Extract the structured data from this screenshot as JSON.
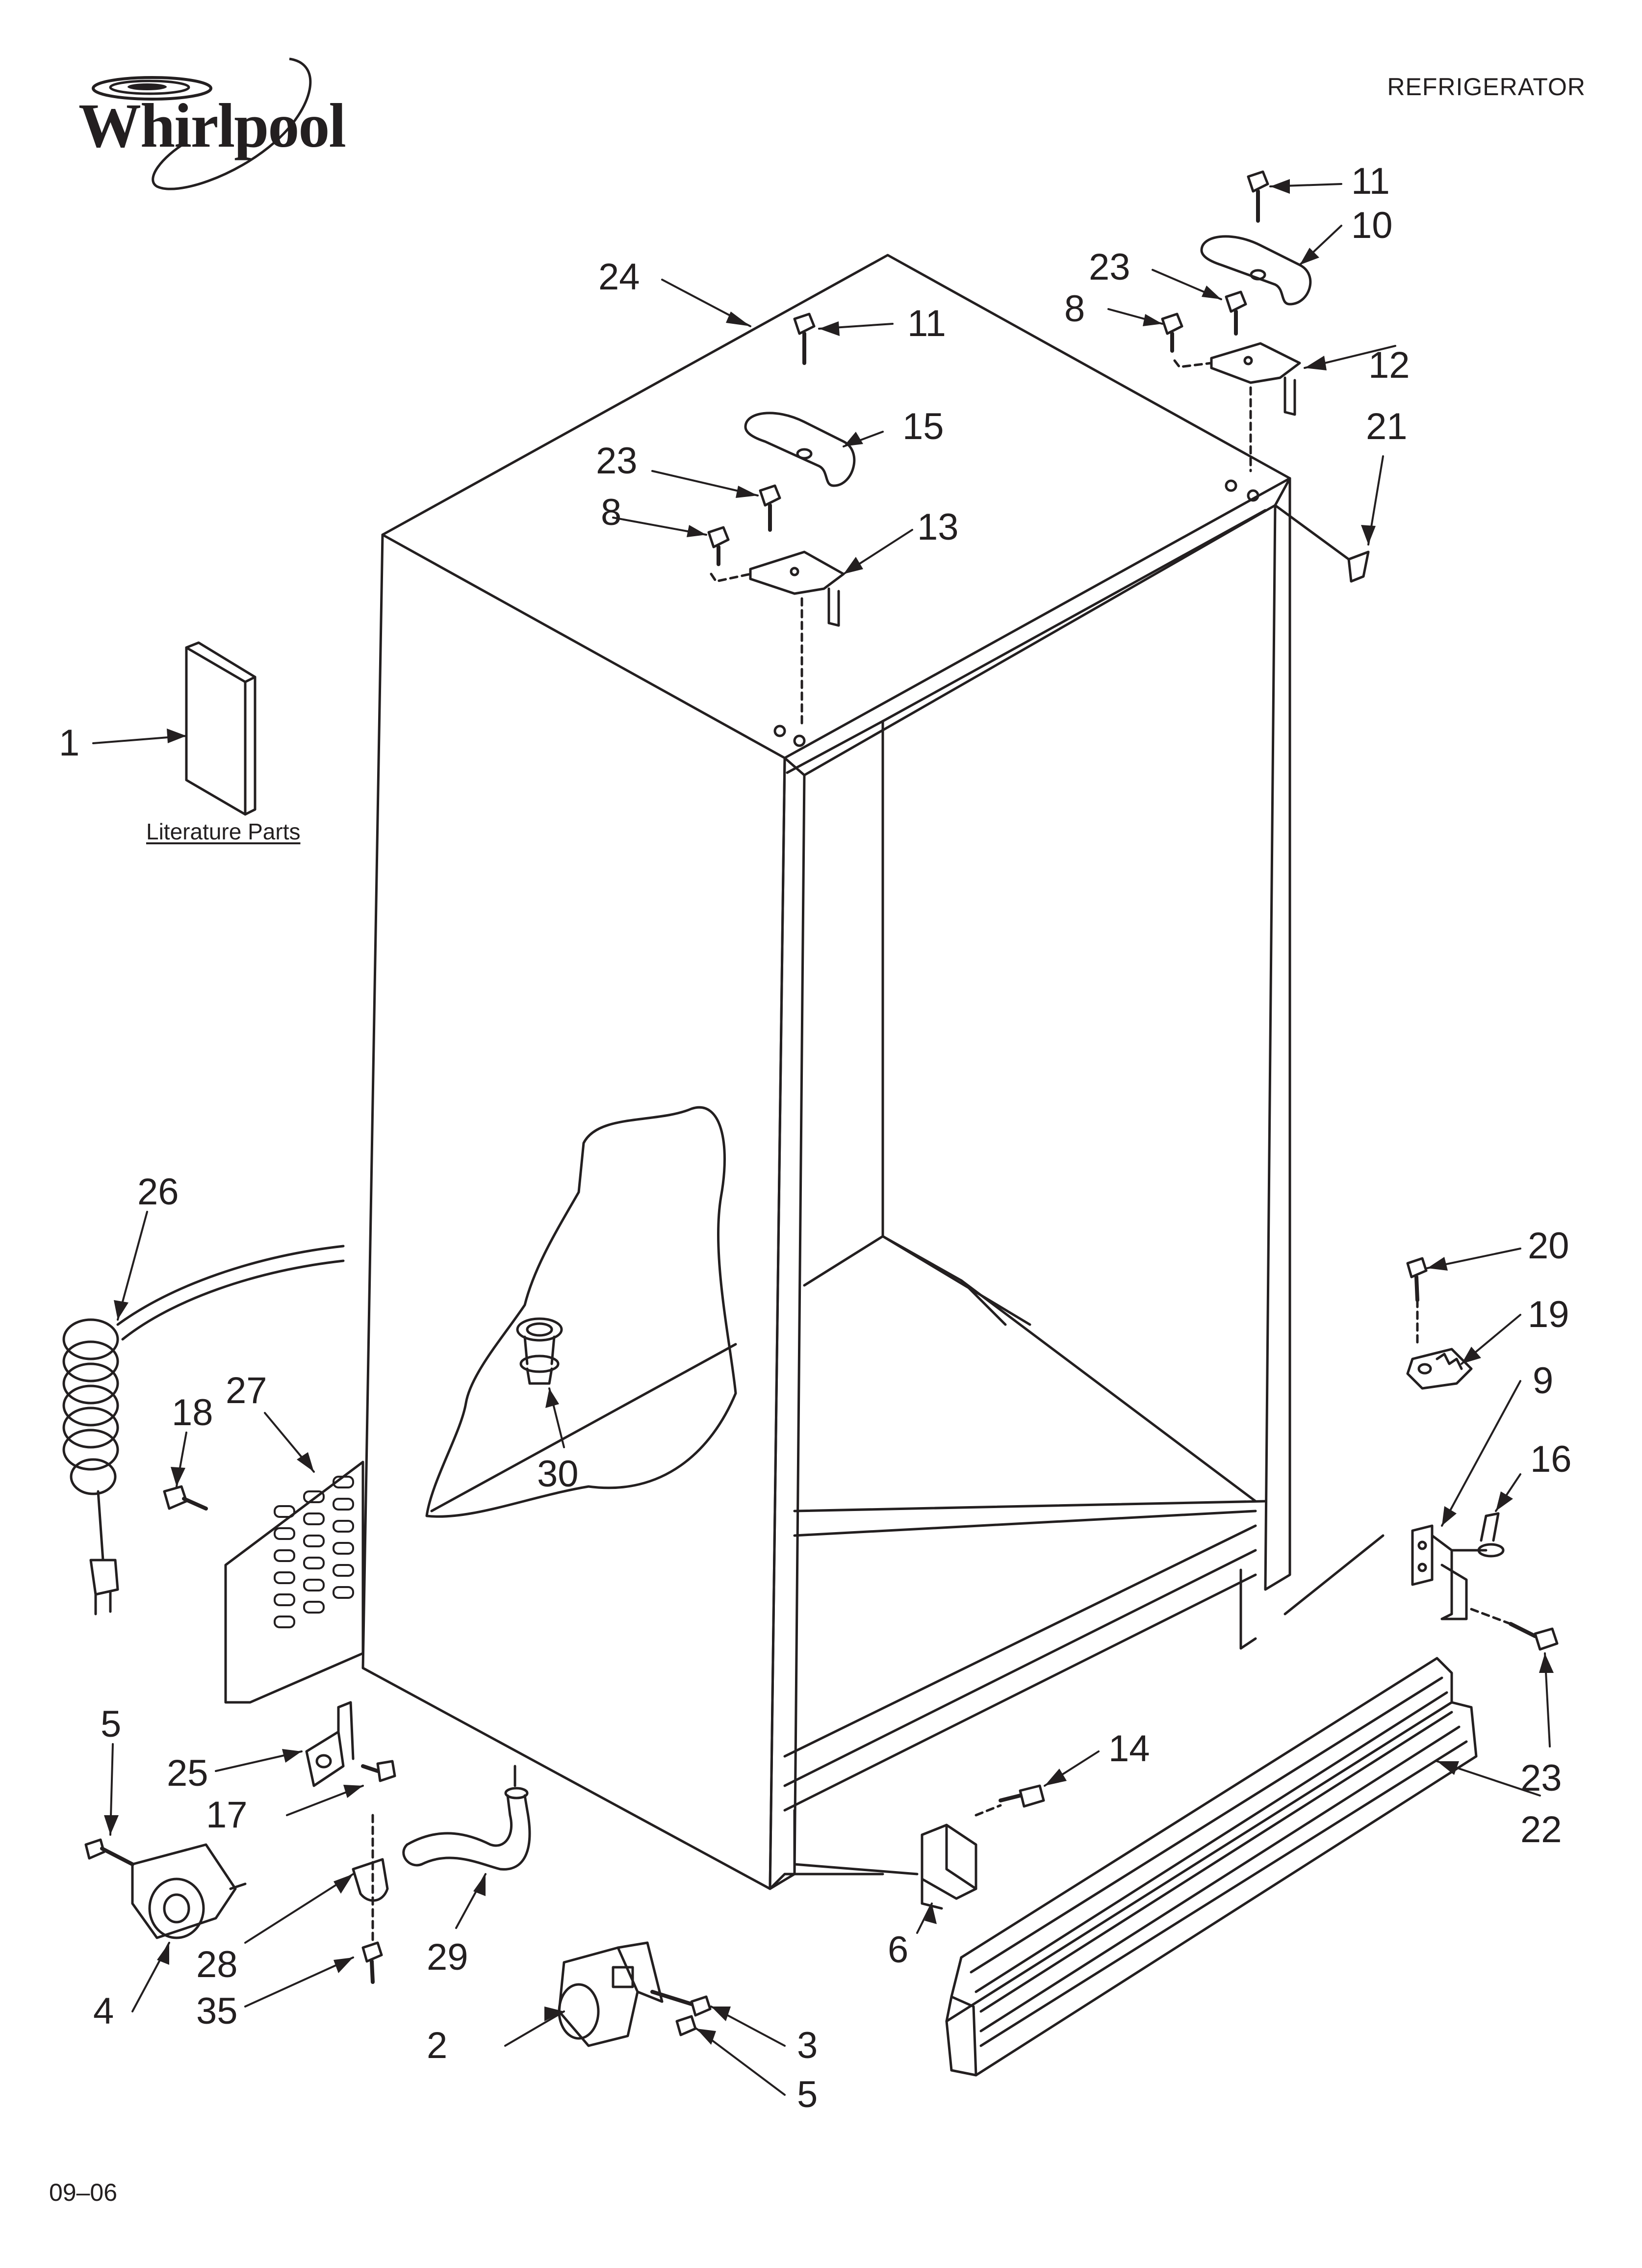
{
  "brand": {
    "logo_text": "Whirlpool"
  },
  "header": {
    "title": "REFRIGERATOR"
  },
  "footer": {
    "code": "09–06"
  },
  "literature_label": "Literature Parts",
  "callouts": [
    "1",
    "2",
    "3",
    "4",
    "5",
    "5",
    "6",
    "8",
    "8",
    "9",
    "10",
    "11",
    "11",
    "12",
    "13",
    "14",
    "15",
    "16",
    "17",
    "18",
    "19",
    "20",
    "21",
    "22",
    "23",
    "23",
    "23",
    "24",
    "25",
    "26",
    "27",
    "28",
    "29",
    "30",
    "35"
  ],
  "colors": {
    "line": "#231f20",
    "background": "#ffffff"
  }
}
